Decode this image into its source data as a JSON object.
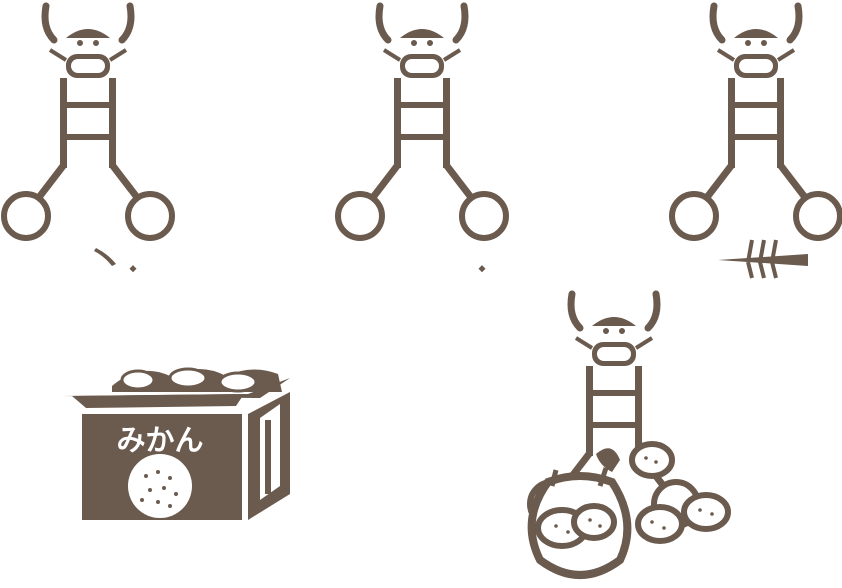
{
  "colors": {
    "ink": "#6b5a4e",
    "paper": "#ffffff"
  },
  "illustration": {
    "panels": [
      {
        "name": "figure-with-peel-scrap",
        "icon": "peeler-robot-icon"
      },
      {
        "name": "figure-with-crumb",
        "icon": "peeler-robot-icon"
      },
      {
        "name": "figure-with-peeled-strip",
        "icon": "peeler-robot-icon"
      },
      {
        "name": "mikan-crate",
        "icon": "mikan-box-icon"
      },
      {
        "name": "figure-with-net-bag",
        "icon": "peeler-robot-icon"
      }
    ],
    "crate_label": "みかん"
  }
}
